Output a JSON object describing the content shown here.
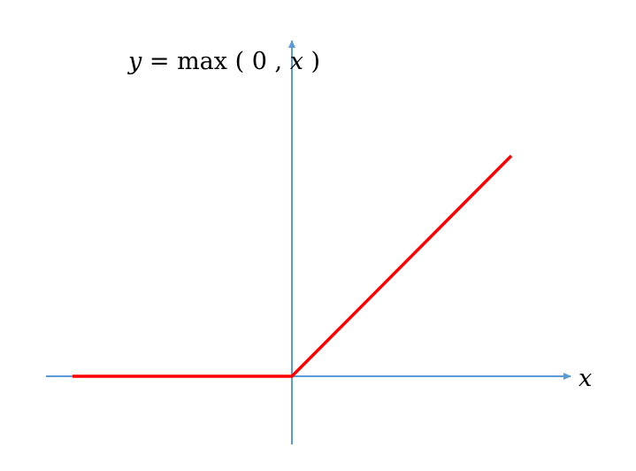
{
  "chart_data": {
    "type": "line",
    "title": "",
    "function_label": {
      "y_var": "y",
      "equals": " = ",
      "func_name": "max",
      "open_paren": "(",
      "zero": "0",
      "comma": ", ",
      "x_var": "x",
      "close_paren": ")"
    },
    "xlabel": "x",
    "ylabel": "",
    "xlim": [
      -1.0,
      1.0
    ],
    "ylim": [
      0,
      1.2
    ],
    "grid": false,
    "series": [
      {
        "values": [
          {
            "x": -1.0,
            "y": 0
          },
          {
            "x": 0,
            "y": 0
          },
          {
            "x": 1.0,
            "y": 1.0
          }
        ]
      }
    ]
  },
  "colors": {
    "axis": "#5b9bd5",
    "curve": "#ff0000",
    "text": "#000000"
  }
}
